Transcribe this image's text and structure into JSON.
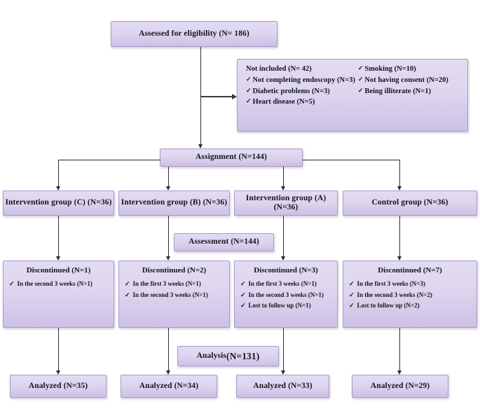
{
  "diagram": {
    "title": "CONSORT participant flow diagram",
    "colors": {
      "box_fill_top": "#e2dbf2",
      "box_fill_bottom": "#cdc0e6",
      "box_border": "#a99ccd",
      "connector": "#2b2b33",
      "text": "#15151c",
      "background": "#ffffff"
    },
    "check_glyph": "✓"
  },
  "enrollment": {
    "assessed_label": "Assessed for eligibility (N= 186)"
  },
  "exclusions": {
    "heading": "Not included (N= 42)",
    "left_column": [
      {
        "check": "✓",
        "label": "Not completing endoscopy (N=3)"
      },
      {
        "check": "✓",
        "label": "Diabetic problems (N=3)"
      },
      {
        "check": "✓",
        "label": "Heart disease (N=5)"
      }
    ],
    "right_column": [
      {
        "check": "✓",
        "label": "Smoking (N=10)"
      },
      {
        "check": "✓",
        "label": "Not having consent (N=20)"
      },
      {
        "check": "✓",
        "label": "Being illiterate (N=1)"
      }
    ]
  },
  "allocation": {
    "assignment_label": "Assignment (N=144)",
    "groups": [
      {
        "label": "Intervention group (C) (N=36)"
      },
      {
        "label": "Intervention group (B) (N=36)"
      },
      {
        "label": "Intervention group (A) (N=36)"
      },
      {
        "label": "Control group (N=36)"
      }
    ]
  },
  "assessment": {
    "label": "Assessment (N=144)"
  },
  "followup": {
    "columns": [
      {
        "heading": "Discontinued (N=1)",
        "items": [
          {
            "check": "✓",
            "label": "In the second 3 weeks (N=1)"
          }
        ]
      },
      {
        "heading": "Discontinued (N=2)",
        "items": [
          {
            "check": "✓",
            "label": "In the first 3 weeks (N=1)"
          },
          {
            "check": "✓",
            "label": "In the second 3 weeks (N=1)"
          }
        ]
      },
      {
        "heading": "Discontinued (N=3)",
        "items": [
          {
            "check": "✓",
            "label": "In the first 3 weeks (N=1)"
          },
          {
            "check": "✓",
            "label": "In the second 3 weeks (N=1)"
          },
          {
            "check": "✓",
            "label": "Lost to follow up (N=1)"
          }
        ]
      },
      {
        "heading": "Discontinued (N=7)",
        "items": [
          {
            "check": "✓",
            "label": "In the first 3 weeks (N=3)"
          },
          {
            "check": "✓",
            "label": "In the second 3 weeks (N=2)"
          },
          {
            "check": "✓",
            "label": "Lost to follow up (N=2)"
          }
        ]
      }
    ]
  },
  "analysis": {
    "label_prefix": "Analysis ",
    "label_count": "(N=131)",
    "analyzed": [
      {
        "label": "Analyzed (N=35)"
      },
      {
        "label": "Analyzed (N=34)"
      },
      {
        "label": "Analyzed (N=33)"
      },
      {
        "label": "Analyzed (N=29)"
      }
    ]
  }
}
